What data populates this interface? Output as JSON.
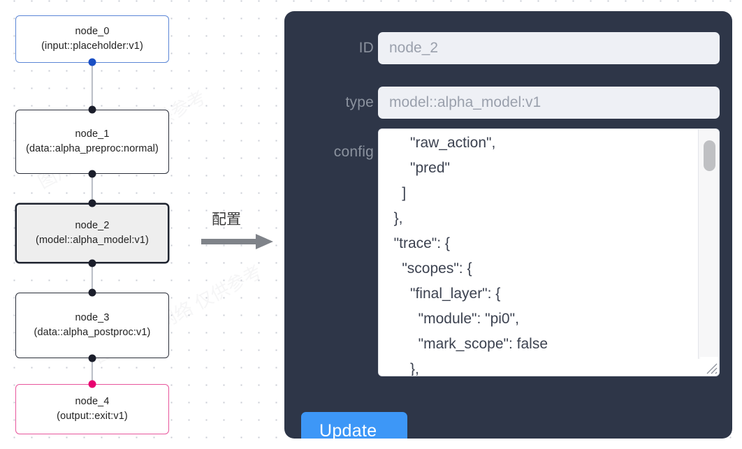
{
  "canvas": {
    "watermark_text": "图片来自网络 仅供参考"
  },
  "graph": {
    "nodes": [
      {
        "id": "node_0",
        "label_line1": "node_0",
        "label_line2": "(input::placeholder:v1)",
        "kind": "input",
        "selected": false,
        "border_color": "#5b86d6",
        "handle_color": "#1a4fc4"
      },
      {
        "id": "node_1",
        "label_line1": "node_1",
        "label_line2": "(data::alpha_preproc:normal)",
        "kind": "default",
        "selected": false,
        "border_color": "#2b2f3a",
        "handle_color": "#1b1e2b"
      },
      {
        "id": "node_2",
        "label_line1": "node_2",
        "label_line2": "(model::alpha_model:v1)",
        "kind": "default",
        "selected": true,
        "border_color": "#1f2430",
        "handle_color": "#1b1e2b"
      },
      {
        "id": "node_3",
        "label_line1": "node_3",
        "label_line2": "(data::alpha_postproc:v1)",
        "kind": "default",
        "selected": false,
        "border_color": "#2b2f3a",
        "handle_color": "#1b1e2b"
      },
      {
        "id": "node_4",
        "label_line1": "node_4",
        "label_line2": "(output::exit:v1)",
        "kind": "output",
        "selected": false,
        "border_color": "#e8569c",
        "handle_color": "#e8006f"
      }
    ],
    "edges": [
      {
        "from": "node_0",
        "to": "node_1"
      },
      {
        "from": "node_1",
        "to": "node_2"
      },
      {
        "from": "node_2",
        "to": "node_3"
      },
      {
        "from": "node_3",
        "to": "node_4"
      }
    ]
  },
  "annotation": {
    "caption": "配置",
    "arrow_color": "#7f8389"
  },
  "panel": {
    "background_color": "#2e3648",
    "fields": {
      "id": {
        "label": "ID",
        "value": "node_2"
      },
      "type": {
        "label": "type",
        "value": "model::alpha_model:v1"
      },
      "config": {
        "label": "config",
        "value": "      \"raw_action\",\n      \"pred\"\n    ]\n  },\n  \"trace\": {\n    \"scopes\": {\n      \"final_layer\": {\n        \"module\": \"pi0\",\n        \"mark_scope\": false\n      },\n      \"action_model\": {"
      }
    },
    "update_button": {
      "label": "Update",
      "color": "#3d97f7"
    },
    "scrollbar": {
      "thumb_color": "#bfc0c3"
    }
  }
}
